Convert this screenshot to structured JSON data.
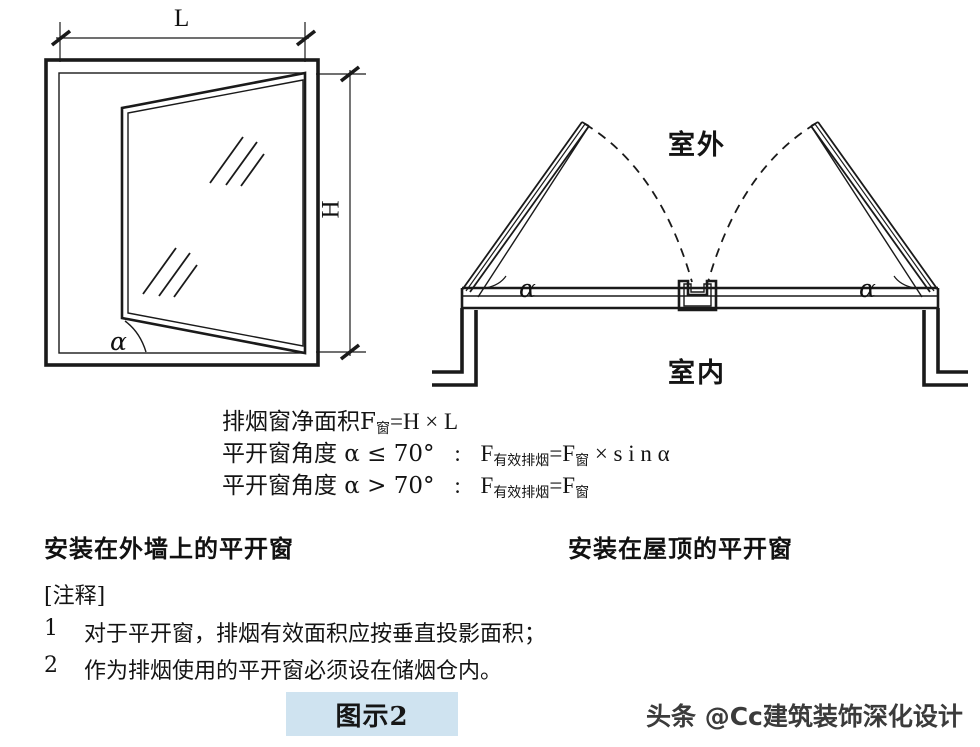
{
  "figure": {
    "caption": "图示2",
    "watermark": "头条 @Cc建筑装饰深化设计"
  },
  "left_diagram": {
    "name": "安装在外墙上的平开窗",
    "heading": "安装在外墙上的平开窗",
    "dim_width_label": "L",
    "dim_height_label": "H",
    "angle_label": "α"
  },
  "right_diagram": {
    "name": "安装在屋顶的平开窗",
    "heading": "安装在屋顶的平开窗",
    "outdoor_label": "室外",
    "indoor_label": "室内",
    "angle_label_left": "α",
    "angle_label_right": "α"
  },
  "formulas": [
    {
      "lead": "排烟窗净面积F",
      "lead_sub": "窗",
      "lead_tail": "=H×L",
      "condition": "",
      "colon": "",
      "result": "",
      "result_sub": "",
      "result_tail": ""
    },
    {
      "lead": "平开窗角度",
      "lead_sub": "",
      "lead_tail": "α ≤ 70°",
      "colon": ":",
      "result": "F",
      "result_sub": "有效排烟",
      "result_tail": "=F",
      "result_sub2": "窗",
      "result_tail2": " × sin α"
    },
    {
      "lead": "平开窗角度",
      "lead_sub": "",
      "lead_tail": "α > 70°",
      "colon": ":",
      "result": "F",
      "result_sub": "有效排烟",
      "result_tail": "=F",
      "result_sub2": "窗",
      "result_tail2": ""
    }
  ],
  "formula_lines": {
    "line1_lead": "排烟窗净面积F",
    "line1_sub": "窗",
    "line1_tail": "=H × L",
    "line2_lead": "平开窗角度 α ≤ 70°",
    "line2_colon": ":",
    "line2_f": "F",
    "line2_fsub": "有效排烟",
    "line2_eq": "=F",
    "line2_eqsub": "窗",
    "line2_tail": " × s i n α",
    "line3_lead": "平开窗角度 α > 70°",
    "line3_colon": ":",
    "line3_f": "F",
    "line3_fsub": "有效排烟",
    "line3_eq": "=F",
    "line3_eqsub": "窗",
    "line3_tail": ""
  },
  "notes": {
    "title": "[注释]",
    "items": [
      {
        "num": "1",
        "text": "对于平开窗，排烟有效面积应按垂直投影面积；"
      },
      {
        "num": "2",
        "text": "作为排烟使用的平开窗必须设在储烟仓内。"
      }
    ]
  },
  "colors": {
    "line": "#1a1a1a",
    "caption_background": "#cfe3f0",
    "page_background": "#ffffff"
  }
}
